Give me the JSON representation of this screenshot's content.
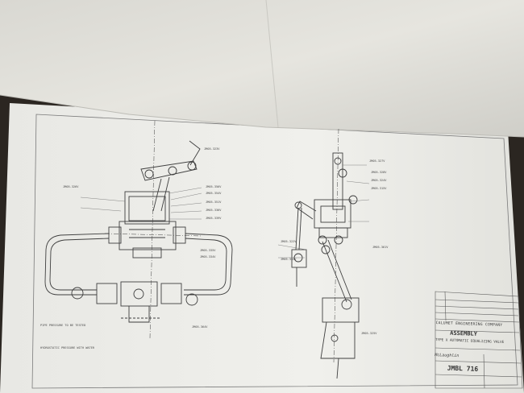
{
  "document": {
    "type": "engineering blueprint photograph",
    "title_block": {
      "company": "CALUMET ENGINEERING COMPANY",
      "assembly_label": "ASSEMBLY",
      "subtitle": "TYPE X AUTOMATIC EQUALIZING VALVE",
      "drawn_by": "McLaughlin",
      "drawing_number": "JMBL 716"
    },
    "left_callouts": [
      "JM05-323V",
      "JM05-356V",
      "JM05-354V",
      "JM05-351V",
      "JM05-336V",
      "JM05-339V",
      "JM05-335V",
      "JM05-334V",
      "JM05-326V",
      "JM05-364V"
    ],
    "right_callouts": [
      "JM05-327V",
      "JM05-328V",
      "JM05-324V",
      "JM05-315V",
      "JM05-322V",
      "JM05-333V",
      "JM05-361V",
      "JM05-325V"
    ],
    "bottom_notes": [
      "PIPE PRESSURE TO BE TESTED",
      "HYDROSTATIC PRESSURE WITH WATER"
    ]
  }
}
